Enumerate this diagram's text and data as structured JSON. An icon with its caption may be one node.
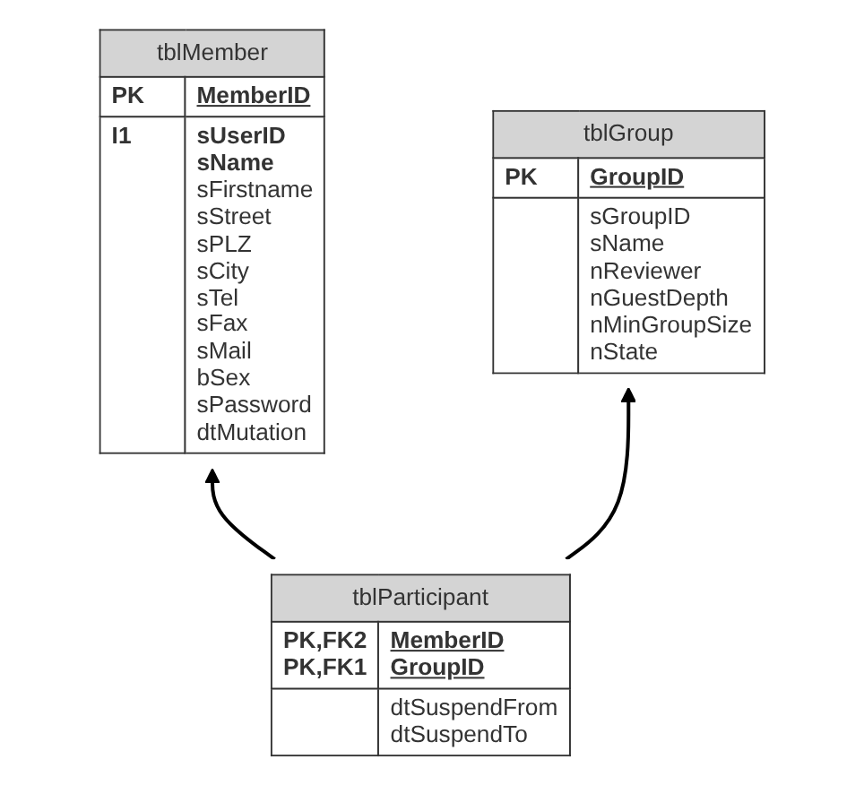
{
  "diagram": {
    "nodes": [
      {
        "text": [
          "tblMember",
          "PK",
          "MemberID",
          "I1",
          "sUserID sName",
          "sFirstname sStreet sPLZ sCity sTel sFax sMail bSex sPassword dtMutation"
        ]
      },
      {
        "text": [
          "tblGroup",
          "PK",
          "GroupID",
          "sGroupID sName nReviewer nGuestDepth nMinGroupSize nState"
        ]
      },
      {
        "text": [
          "tblParticipant",
          "PK,FK2 PK,FK1",
          "MemberID GroupID",
          "dtSuspendFrom dtSuspendTo"
        ]
      }
    ],
    "edges": [
      {
        "from": 2,
        "to": 0,
        "arrow": "to"
      },
      {
        "from": 2,
        "to": 1,
        "arrow": "to"
      }
    ]
  }
}
